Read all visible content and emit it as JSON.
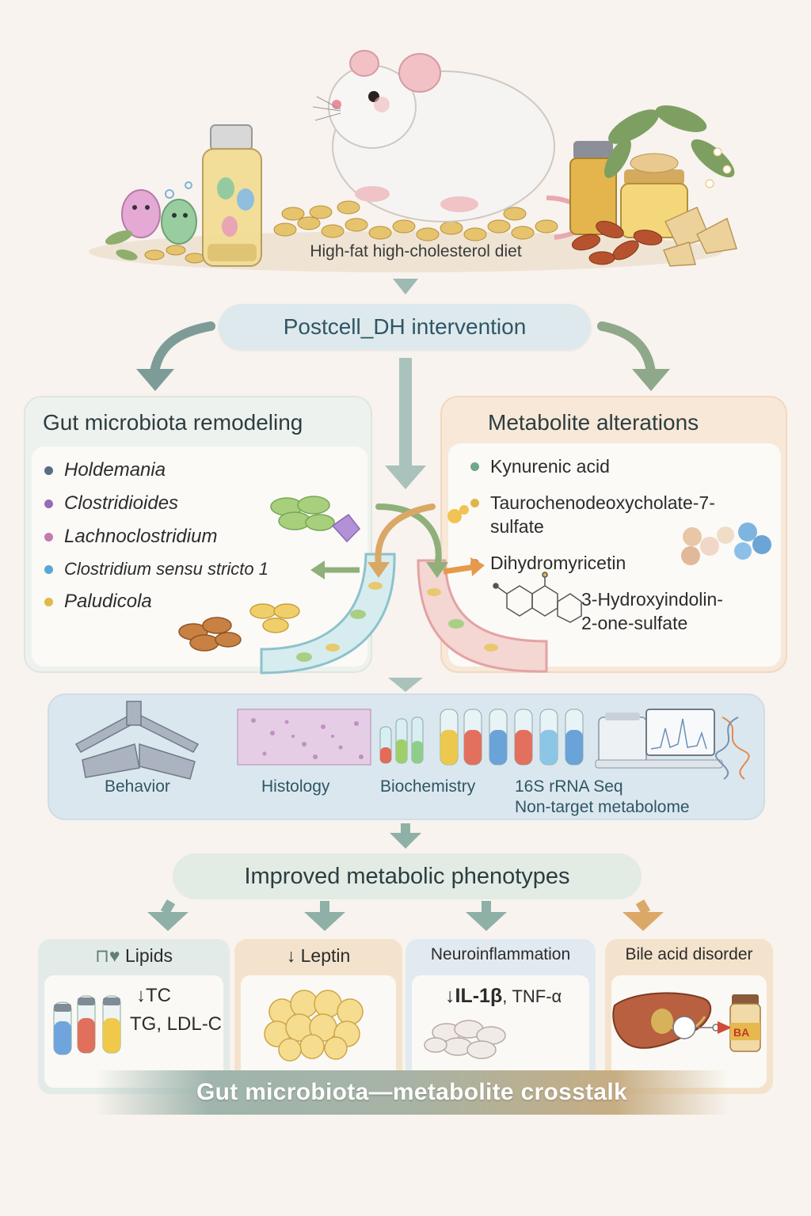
{
  "top": {
    "diet_label": "High-fat high-cholesterol diet"
  },
  "intervention": {
    "label": "Postcell_DH intervention"
  },
  "microbiota": {
    "title": "Gut microbiota remodeling",
    "taxa": [
      {
        "name": "Holdemania",
        "color": "#5b6d86"
      },
      {
        "name": "Clostridioides",
        "color": "#9a6bb5"
      },
      {
        "name": "Lachnoclostridium",
        "color": "#c47bb0"
      },
      {
        "name": "Clostridium sensu stricto 1",
        "color": "#5aa6d6"
      },
      {
        "name": "Paludicola",
        "color": "#e2b84a"
      }
    ]
  },
  "metabolites": {
    "title": "Metabolite alterations",
    "items": [
      {
        "line1": "Kynurenic acid",
        "line2": "",
        "color": "#6fa888"
      },
      {
        "line1": "Taurochenodeoxycholate-7-",
        "line2": "sulfate",
        "color": "#e0b64a"
      },
      {
        "line1": "Dihydromyricetin",
        "line2": "",
        "color": "#cf7a7a"
      },
      {
        "line1": "3-Hydroxyindolin-",
        "line2": "2-one-sulfate",
        "color": ""
      }
    ]
  },
  "methods": {
    "behavior": "Behavior",
    "histology": "Histology",
    "biochemistry": "Biochemistry",
    "seq_line1": "16S rRNA Seq",
    "seq_line2": "Non-target metabolome"
  },
  "phenotypes": {
    "label": "Improved metabolic phenotypes"
  },
  "outcomes": {
    "lipids": {
      "title": "Lipids",
      "line1": "↓TC",
      "line2": "TG, LDL-C"
    },
    "leptin": {
      "title": "↓ Leptin"
    },
    "neuro": {
      "title": "Neuroinflammation",
      "il": "↓IL-1β",
      "tnf": ", TNF-α"
    },
    "bile": {
      "title": "Bile acid disorder",
      "ba": "BA"
    }
  },
  "footer": {
    "crosstalk": "Gut microbiota—metabolite crosstalk"
  },
  "colors": {
    "arrow_teal": "#7d9c98",
    "arrow_gold": "#d9a866",
    "green_arrow": "#8fb07a",
    "orange_arrow": "#e59a4a"
  }
}
